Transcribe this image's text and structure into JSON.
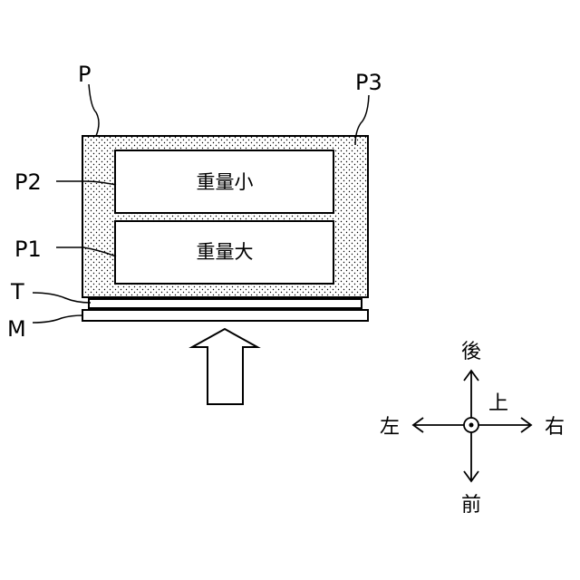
{
  "labels": {
    "P": "P",
    "P1": "P1",
    "P2": "P2",
    "P3": "P3",
    "T": "T",
    "M": "M"
  },
  "boxes": {
    "upper": "重量小",
    "lower": "重量大"
  },
  "directions": {
    "back": "後",
    "front": "前",
    "left": "左",
    "right": "右",
    "up": "上"
  }
}
